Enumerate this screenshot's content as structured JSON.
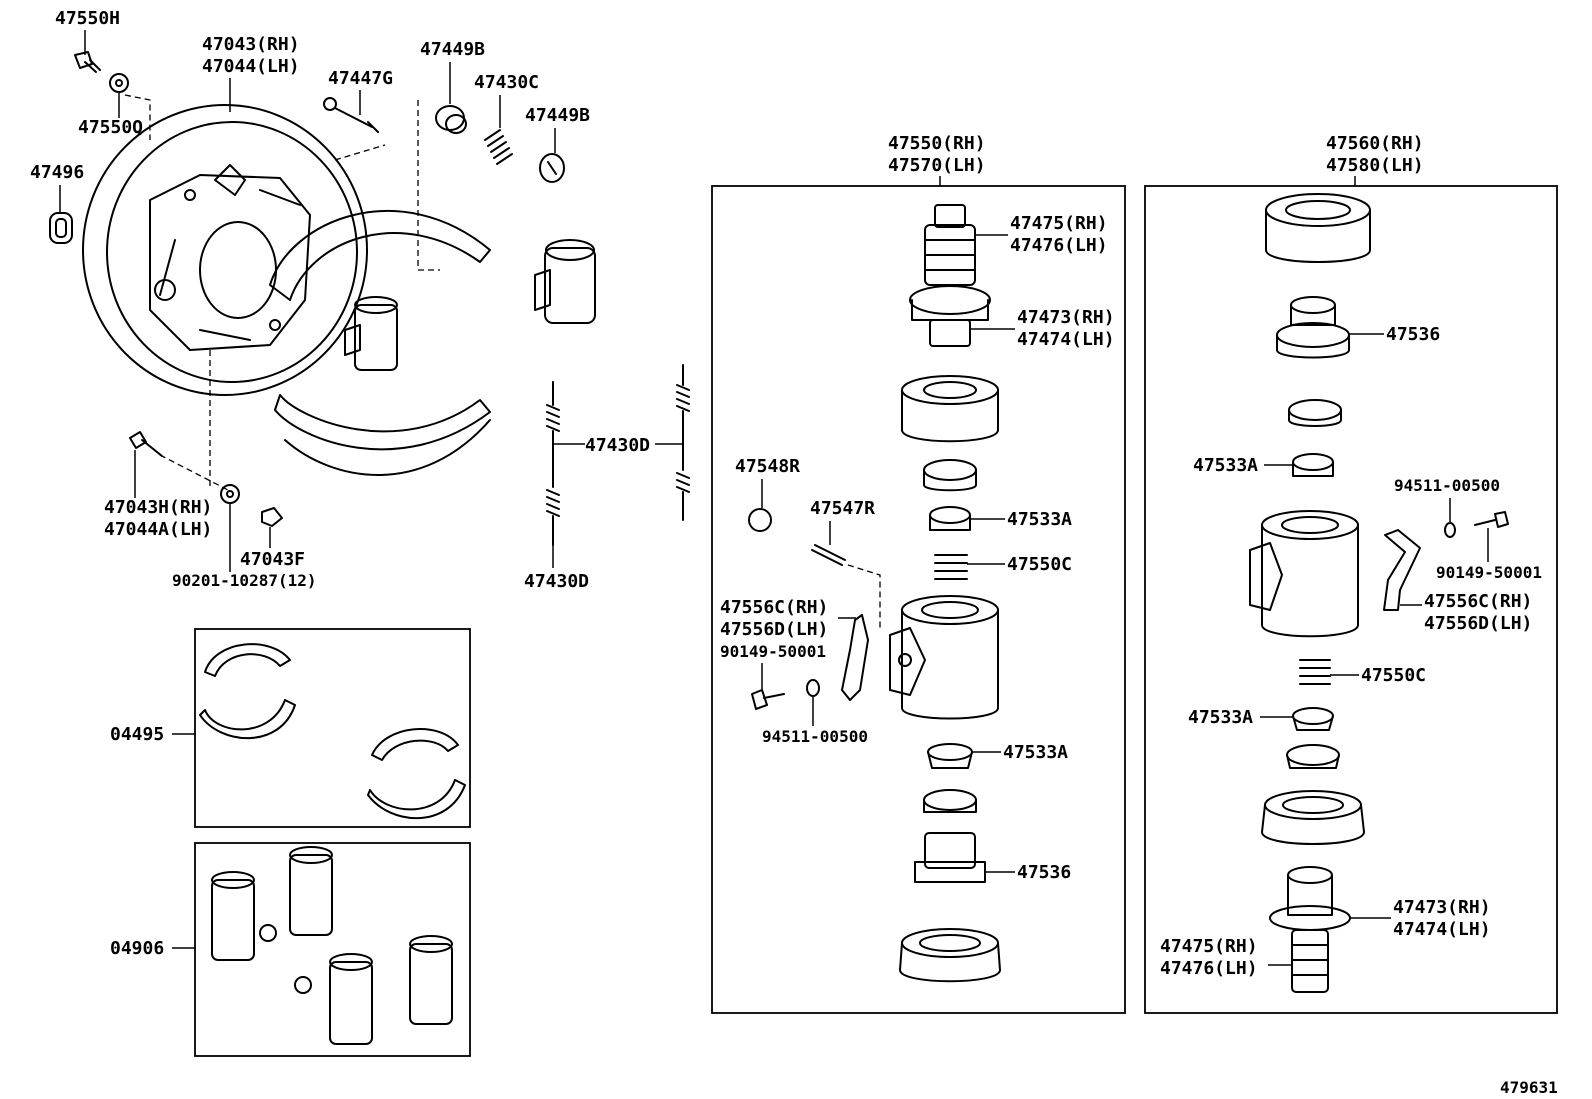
{
  "diagram_id": "479631",
  "group_left": {
    "labels": {
      "p47550H": "47550H",
      "p47550Q": "47550Q",
      "p47496": "47496",
      "p47043RH": "47043(RH)",
      "p47044LH": "47044(LH)",
      "p47447G": "47447G",
      "p47449B_top": "47449B",
      "p47430C": "47430C",
      "p47449B_side": "47449B",
      "p47043H": "47043H(RH)",
      "p47044A": "47044A(LH)",
      "p47043F": "47043F",
      "p90201": "90201-10287(12)",
      "p47430D_mid": "47430D",
      "p47430D_bot": "47430D",
      "kit04495": "04495",
      "kit04906": "04906"
    }
  },
  "group_mid": {
    "header_rh": "47550(RH)",
    "header_lh": "47570(LH)",
    "labels": {
      "p47475": "47475(RH)",
      "p47476": "47476(LH)",
      "p47473": "47473(RH)",
      "p47474": "47474(LH)",
      "p47548R": "47548R",
      "p47547R": "47547R",
      "p47533A_a": "47533A",
      "p47550C": "47550C",
      "p47556C": "47556C(RH)",
      "p47556D": "47556D(LH)",
      "p90149": "90149-50001",
      "p94511": "94511-00500",
      "p47533A_b": "47533A",
      "p47536": "47536"
    }
  },
  "group_right": {
    "header_rh": "47560(RH)",
    "header_lh": "47580(LH)",
    "labels": {
      "p47536": "47536",
      "p47533A_a": "47533A",
      "p94511": "94511-00500",
      "p90149": "90149-50001",
      "p47556C": "47556C(RH)",
      "p47556D": "47556D(LH)",
      "p47550C": "47550C",
      "p47533A_b": "47533A",
      "p47473": "47473(RH)",
      "p47474": "47474(LH)",
      "p47475": "47475(RH)",
      "p47476": "47476(LH)"
    }
  }
}
